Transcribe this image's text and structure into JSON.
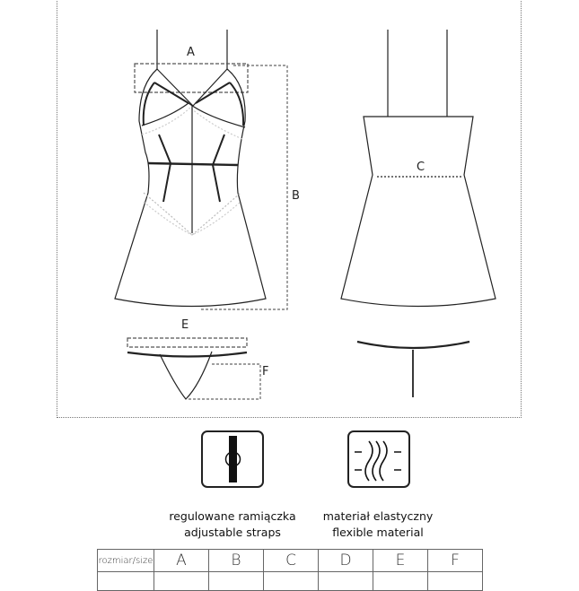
{
  "diagram": {
    "labels": {
      "A": "A",
      "B": "B",
      "C": "C",
      "E": "E",
      "F": "F"
    }
  },
  "features": [
    {
      "icon": "adjustable-strap-icon",
      "line1": "regulowane ramiączka",
      "line2": "adjustable straps"
    },
    {
      "icon": "flexible-material-icon",
      "line1": "materiał elastyczny",
      "line2": "flexible material"
    }
  ],
  "size_table": {
    "header": [
      "rozmiar/size",
      "A",
      "B",
      "C",
      "D",
      "E",
      "F"
    ]
  }
}
